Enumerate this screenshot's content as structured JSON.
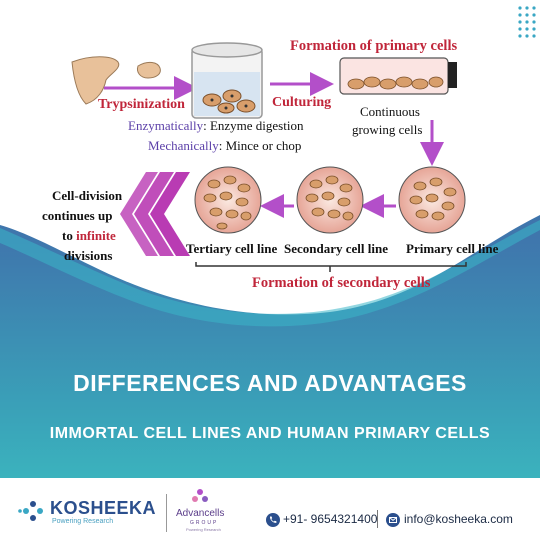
{
  "diagram": {
    "top_label": "Formation of primary cells",
    "trypsinization": "Trypsinization",
    "culturing": "Culturing",
    "continuous_line1": "Continuous",
    "continuous_line2": "growing cells",
    "enzymatically_key": "Enzymatically",
    "enzymatically_value": ": Enzyme digestion",
    "mechanically_key": "Mechanically",
    "mechanically_value": ": Mince or chop",
    "primary_cell_line": "Primary cell line",
    "secondary_cell_line": "Secondary cell line",
    "tertiary_cell_line": "Tertiary cell line",
    "bottom_label": "Formation of secondary cells",
    "left_text_line1": "Cell-division",
    "left_text_line2": "continues up",
    "left_text_to": "to ",
    "left_text_infinite": "infinite",
    "left_text_line4": "divisions"
  },
  "headline": {
    "title": "DIFFERENCES AND ADVANTAGES",
    "subtitle": "IMMORTAL CELL LINES AND HUMAN PRIMARY CELLS"
  },
  "footer": {
    "brand_name": "KOSHEEKA",
    "brand_tagline": "Powering Research",
    "partner_name": "Advancells",
    "partner_group": "GROUP",
    "partner_tagline": "Powering Research",
    "phone": "+91- 9654321400",
    "email": "info@kosheeka.com",
    "phone_icon": "phone-icon",
    "email_icon": "email-icon"
  },
  "colors": {
    "red_text": "#c0263a",
    "purple": "#a23fbf",
    "blue_text": "#5b3fa8",
    "cell_fill": "#d89e6b",
    "blob_pink": "#e8b4ad"
  }
}
